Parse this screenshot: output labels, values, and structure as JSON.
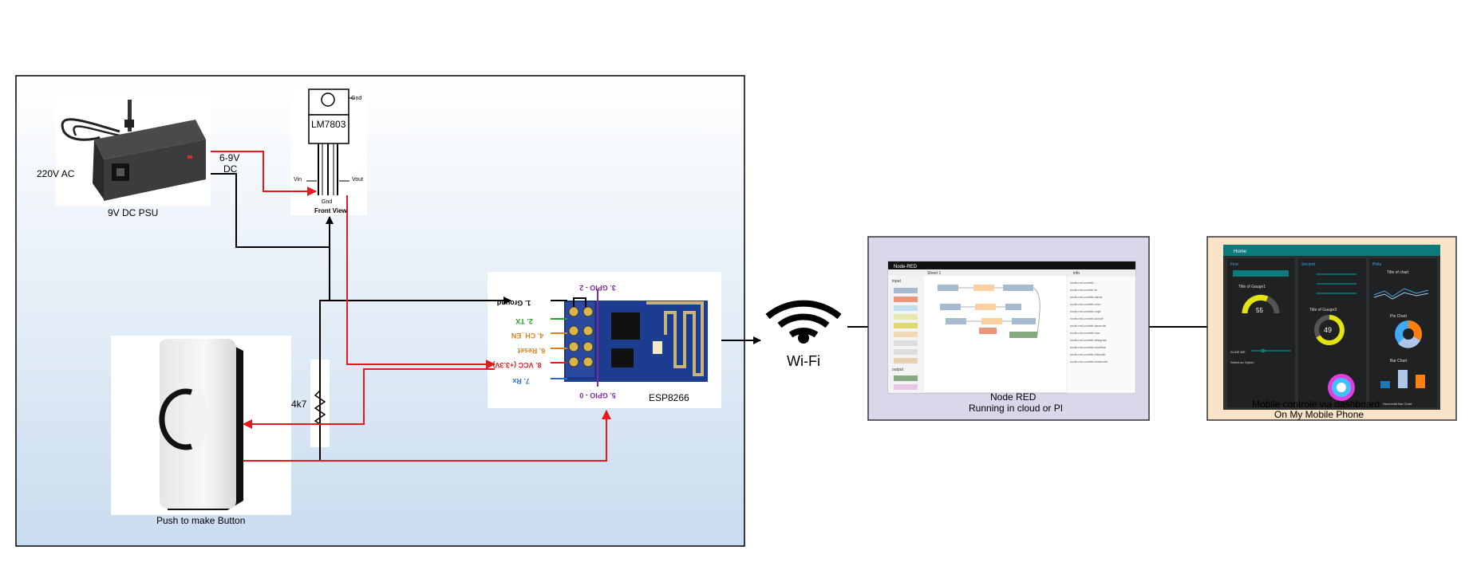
{
  "labels": {
    "ac_input": "220V AC",
    "psu_caption": "9V DC PSU",
    "psu_output": "6-9V\nDC",
    "regulator_name": "LM7803",
    "regulator_gnd_top": "Gnd",
    "regulator_vin": "Vin",
    "regulator_vout": "Vout",
    "regulator_gnd_bottom": "Gnd",
    "regulator_front_view": "Front View",
    "resistor_value": "4k7",
    "button_caption": "Push to make Button",
    "esp_caption": "ESP8266",
    "wifi_label": "Wi-Fi",
    "nodered_caption_1": "Node RED",
    "nodered_caption_2": "Running in cloud or PI",
    "mobile_caption_1": "Mobile controle via dashboard",
    "mobile_caption_2": "On My Mobile Phone"
  },
  "esp_pins": {
    "p1": "1. Ground",
    "p2": "2. TX",
    "p3": "3. GPIO - 2",
    "p4": "4. CH_EN",
    "p5": "5. GPIO - 0",
    "p6": "6. Reset",
    "p7": "7. Rx",
    "p8": "8. VCC (+3.3V)"
  },
  "nodered_screenshot": {
    "app_title": "Node-RED",
    "tab_title": "Sheet 1",
    "palette_section_input": "input",
    "palette_section_output": "output",
    "side_tab": "info",
    "list_items": [
      "node-red-contrib-...",
      "node-red-contrib-fs",
      "node-red-contrib-alexa",
      "node-red-contrib-cron",
      "node-red-contrib-mqtt",
      "node-red-contrib-sonoff",
      "node-red-contrib-tasmota",
      "node-red-contrib-hue",
      "node-red-contrib-telegram",
      "node-red-contrib-modbus",
      "node-red-contrib-influxdb",
      "node-red-contrib-bluetooth"
    ]
  },
  "dashboard_screenshot": {
    "header": "Home",
    "group1": "First",
    "group2": "Second",
    "group3": "Plots",
    "gauge1_title": "Title of Gauge1",
    "gauge1_value": "55",
    "gauge3_title": "Title of Gauge3",
    "gauge3_value": "49",
    "chart_title": "Title of chart",
    "pie_title": "Pie Chart",
    "bar_title": "Bar Chart",
    "hbar_title": "Horizontal Bar Chart",
    "slider_label": "SLIDE ME",
    "select_label": "Select an Option"
  },
  "colors": {
    "power_wire": "#e8191e",
    "signal_wire": "#000000",
    "esp_board": "#1c3d8f",
    "panel_gradient_top": "#ffffff",
    "panel_gradient_bottom": "#c9dcef",
    "nodered_panel": "#dcd6ea",
    "mobile_panel": "#f9e4c9",
    "dashboard_teal": "#0a7a7a",
    "dashboard_dark": "#2d2f31",
    "pin_ground": "#000000",
    "pin_tx": "#2d9a2d",
    "pin_gpio2": "#7a2a9a",
    "pin_ch_en": "#d9801e",
    "pin_reset": "#d9801e",
    "pin_vcc": "#e8191e",
    "pin_gpio0": "#7a2a9a",
    "pin_rx": "#2a6fc2"
  },
  "icons": {
    "psu": "power-adapter-icon",
    "regulator": "voltage-regulator-icon",
    "button": "doorbell-button-icon",
    "esp": "esp8266-module-icon",
    "wifi": "wifi-icon"
  }
}
